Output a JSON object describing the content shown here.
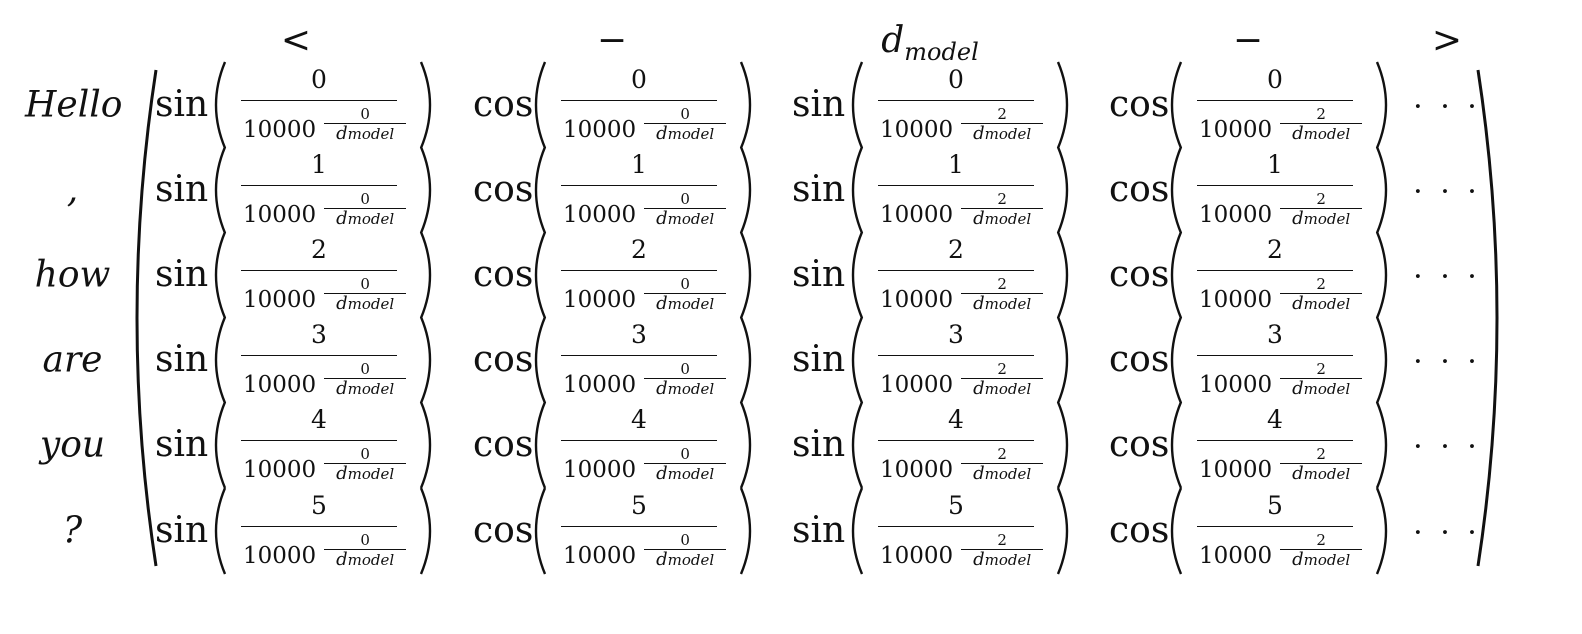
{
  "header": {
    "left": "<",
    "dash1": "−",
    "middle_base": "d",
    "middle_sub": "model",
    "dash2": "−",
    "right": ">"
  },
  "tokens": [
    "Hello",
    ",",
    "how",
    "are",
    "you",
    "?"
  ],
  "columns": [
    {
      "fn": "sin",
      "exp_num": "0",
      "exp_den": "d",
      "exp_den_sub": "model"
    },
    {
      "fn": "cos",
      "exp_num": "0",
      "exp_den": "d",
      "exp_den_sub": "model"
    },
    {
      "fn": "sin",
      "exp_num": "2",
      "exp_den": "d",
      "exp_den_sub": "model"
    },
    {
      "fn": "cos",
      "exp_num": "2",
      "exp_den": "d",
      "exp_den_sub": "model"
    }
  ],
  "positions": [
    "0",
    "1",
    "2",
    "3",
    "4",
    "5"
  ],
  "base": "10000",
  "ellipsis": "· · ·"
}
